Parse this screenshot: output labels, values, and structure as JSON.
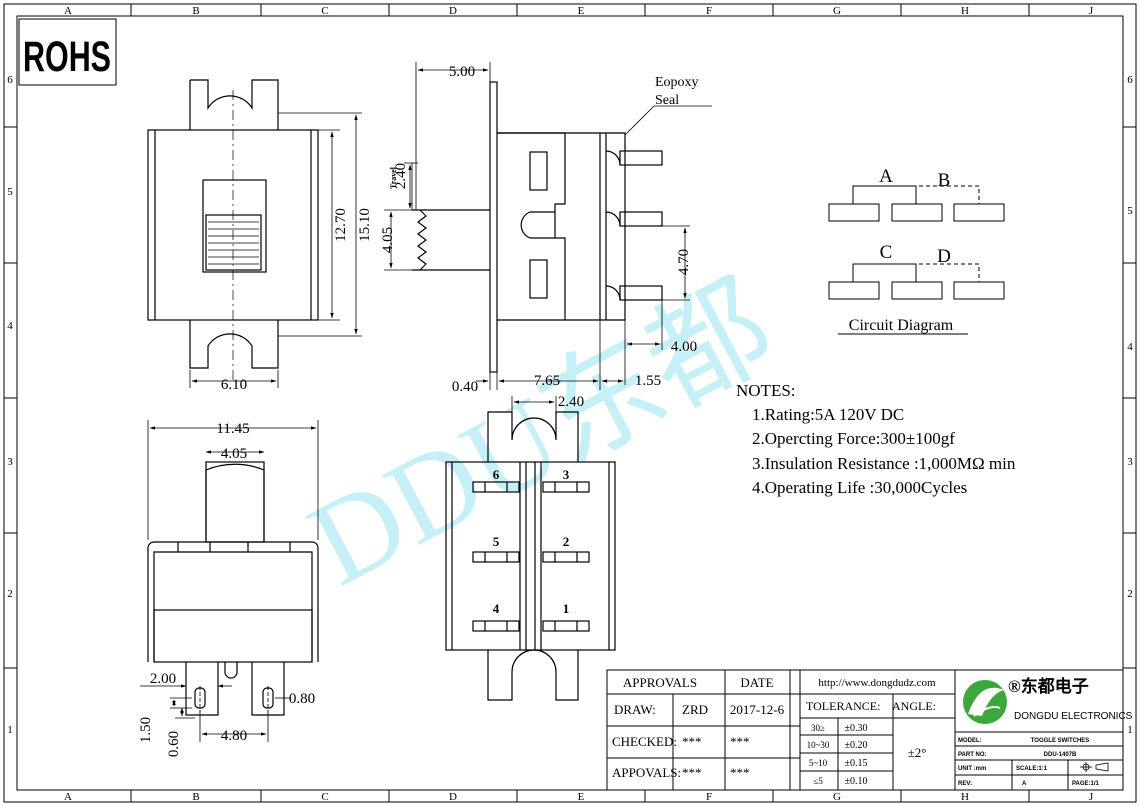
{
  "border": {
    "cols": [
      "A",
      "B",
      "C",
      "D",
      "E",
      "F",
      "G",
      "H",
      "J"
    ],
    "rows": [
      "6",
      "5",
      "4",
      "3",
      "2",
      "1"
    ]
  },
  "rohs": "ROHS",
  "watermark": "DDU东都",
  "side_view": {
    "dim_top": "5.00",
    "travel_label": "Travel",
    "dim_travel": "2.40",
    "dim_left": "4.05",
    "dim_right": "4.70",
    "dim_pin": "4.00",
    "dim_bottom_a": "0.40",
    "dim_bottom_b": "7.65",
    "dim_bottom_c": "1.55",
    "callout_line1": "Eopoxy",
    "callout_line2": "Seal"
  },
  "front_view": {
    "dim_h1": "12.70",
    "dim_h2": "15.10",
    "dim_w": "6.10"
  },
  "bottom_left_view": {
    "dim_w_total": "11.45",
    "dim_w_actuator": "4.05",
    "dim_tab": "2.00",
    "dim_slot": "0.80",
    "dim_h_a": "1.50",
    "dim_h_b": "0.60",
    "dim_pitch": "4.80"
  },
  "terminal_view": {
    "dim_top": "2.40",
    "pins": [
      "6",
      "3",
      "5",
      "2",
      "4",
      "1"
    ]
  },
  "circuit": {
    "label_a": "A",
    "label_b": "B",
    "label_c": "C",
    "label_d": "D",
    "title": "Circuit Diagram"
  },
  "notes": {
    "heading": "NOTES:",
    "items": [
      "1.Rating:5A 120V DC",
      "2.Opercting Force:300±100gf",
      "3.Insulation Resistance :1,000MΩ min",
      "4.Operating Life :30,000Cycles"
    ]
  },
  "title_block": {
    "approvals": "APPROVALS",
    "date": "DATE",
    "draw": "DRAW:",
    "draw_name": "ZRD",
    "draw_date": "2017-12-6",
    "checked": "CHECKED:",
    "checked_name": "***",
    "checked_date": "***",
    "appovals": "APPOVALS:",
    "appovals_name": "***",
    "appovals_date": "***",
    "url": "http://www.dongdudz.com",
    "tolerance": "TOLERANCE:",
    "angle": "ANGLE:",
    "tol_rows": [
      {
        "range": "30≥",
        "value": "±0.30"
      },
      {
        "range": "10~30",
        "value": "±0.20"
      },
      {
        "range": "5~10",
        "value": "±0.15"
      },
      {
        "range": "≤5",
        "value": "±0.10"
      }
    ],
    "angle_value": "±2°",
    "company_cn": "®东都电子",
    "company_en": "DONGDU ELECTRONICS",
    "model_label": "MODEL:",
    "model_value": "TOGGLE SWITCHES",
    "part_label": "PART NO:",
    "part_value": "DDU-1407B",
    "unit_label": "UNIT :mm",
    "scale_label": "SCALE:1:1",
    "rev_label": "REV:",
    "rev_value": "A",
    "page_label": "PAGE:1/1"
  }
}
